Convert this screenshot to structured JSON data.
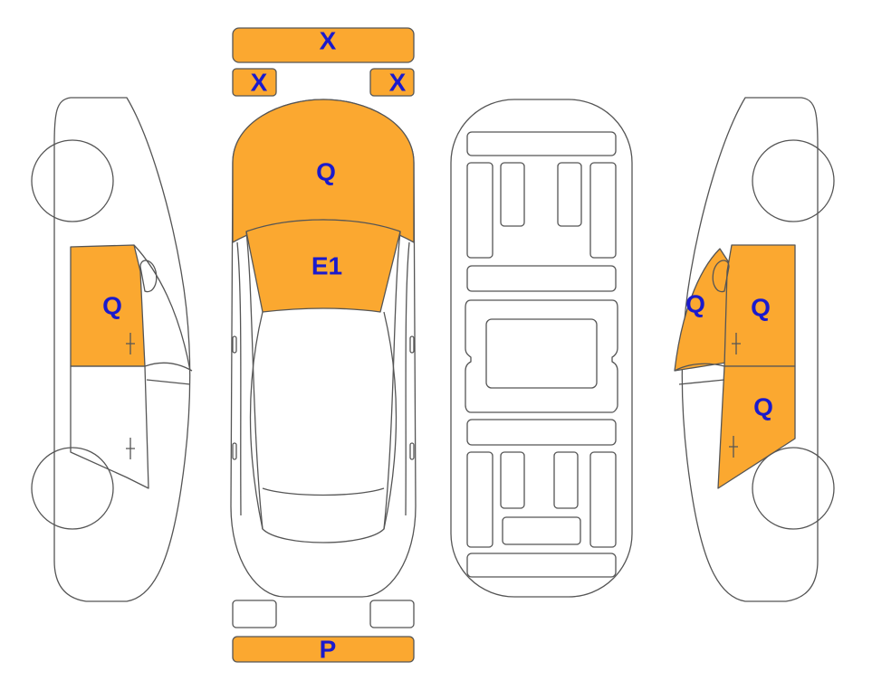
{
  "colors": {
    "damage_fill": "#FBA830",
    "outline": "#555555",
    "label": "#1A1ACC",
    "background": "#FFFFFF"
  },
  "labels": {
    "front_bumper": "X",
    "left_headlight": "X",
    "right_headlight": "X",
    "hood": "Q",
    "windshield": "E1",
    "rear_bumper": "P",
    "left_front_door": "Q",
    "right_a_pillar": "Q",
    "right_front_door": "Q",
    "right_rear_door": "Q"
  }
}
